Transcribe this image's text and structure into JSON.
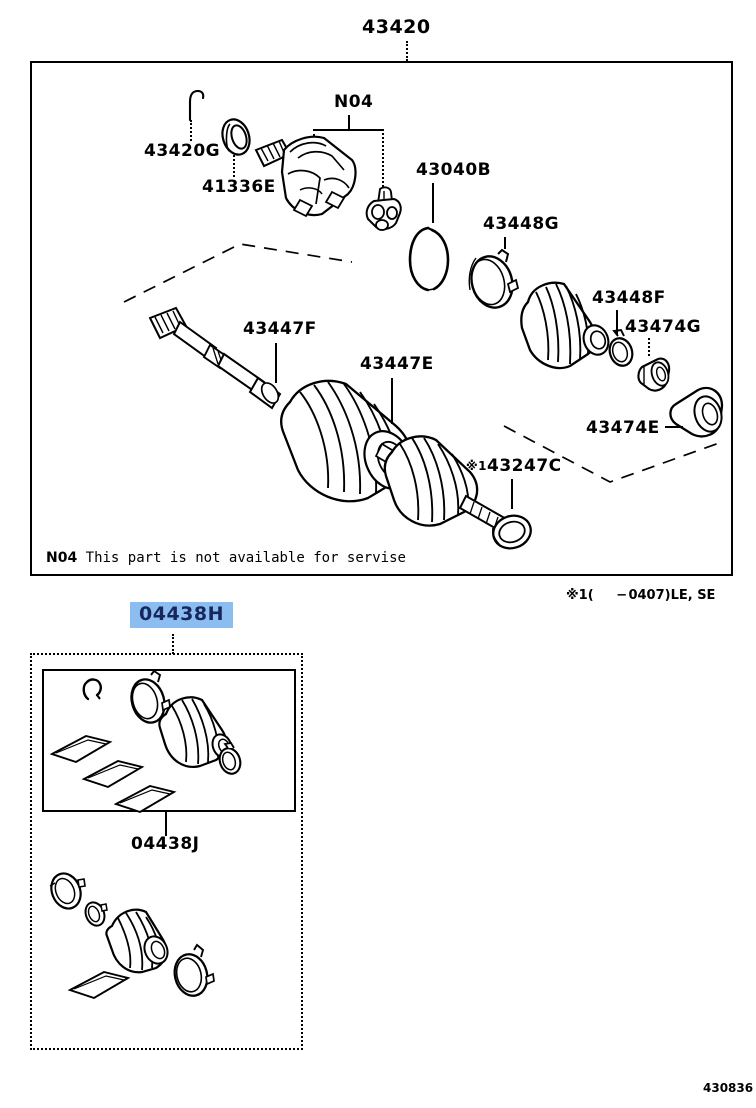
{
  "page": {
    "corner_reference": "430836",
    "background_color": "#ffffff",
    "line_color": "#000000"
  },
  "main_group": {
    "title": "43420",
    "note": {
      "code": "N04",
      "text": "This part is not available for servise"
    },
    "bracket_label": "N04",
    "labels": [
      {
        "id": "l1",
        "text": "43420G",
        "name": "part-label-43420g"
      },
      {
        "id": "l2",
        "text": "41336E",
        "name": "part-label-41336e"
      },
      {
        "id": "l3",
        "text": "43040B",
        "name": "part-label-43040b"
      },
      {
        "id": "l4",
        "text": "43448G",
        "name": "part-label-43448g"
      },
      {
        "id": "l5",
        "text": "43448F",
        "name": "part-label-43448f"
      },
      {
        "id": "l6",
        "text": "43474G",
        "name": "part-label-43474g"
      },
      {
        "id": "l7",
        "text": "43474E",
        "name": "part-label-43474e"
      },
      {
        "id": "l8",
        "text": "43447F",
        "name": "part-label-43447f"
      },
      {
        "id": "l9",
        "text": "43447E",
        "name": "part-label-43447e"
      },
      {
        "id": "l10",
        "text": "43247C",
        "name": "part-label-43247c",
        "prefix": "※1"
      }
    ]
  },
  "footnote": {
    "marker": "※1",
    "text": "(     − 0407)LE, SE"
  },
  "repair_kit": {
    "highlighted_label": "04438H",
    "highlight_color": "#8cbdf0",
    "highlight_text_color": "#17265c",
    "inner_label": "04438J"
  }
}
